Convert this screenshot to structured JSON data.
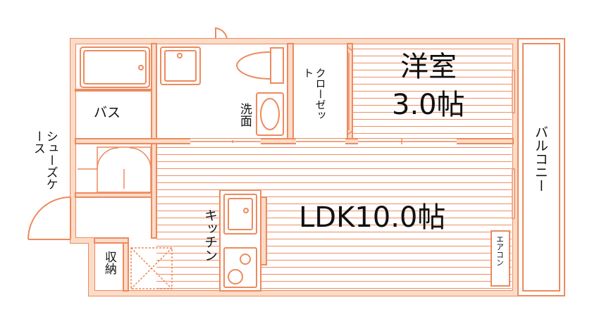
{
  "rooms": {
    "bath": "バス",
    "washroom": "洗面",
    "closet": "クローゼット",
    "western_room_name": "洋室",
    "western_room_size": "3.0帖",
    "balcony": "バルコニー",
    "shoe_case": "シューズケース",
    "ldk": "LDK10.0帖",
    "kitchen": "キッチン",
    "storage": "収納",
    "air_conditioner": "エアコン"
  },
  "colors": {
    "wall": "#ee8a5e",
    "wall_fill": "#fbdcc8",
    "floor_lines": "#ef8f64",
    "text": "#111111"
  }
}
